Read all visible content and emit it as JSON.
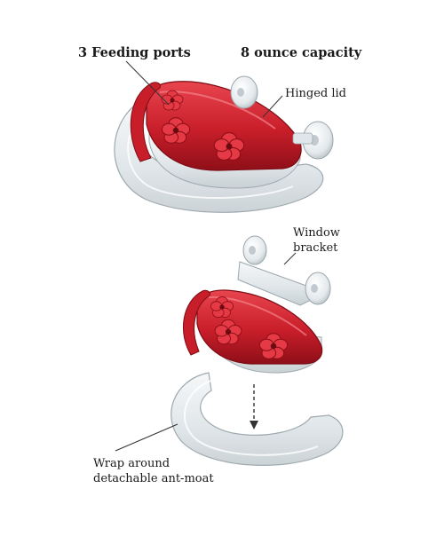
{
  "labels": {
    "feeding_ports": "3 Feeding ports",
    "capacity": "8 ounce capacity",
    "hinged_lid": "Hinged lid",
    "window_bracket_line1": "Window",
    "window_bracket_line2": "bracket",
    "ant_moat_line1": "Wrap around",
    "ant_moat_line2": "detachable ant-moat"
  },
  "colors": {
    "reservoir_red": "#c81e2a",
    "clear_plastic": "#e3e8ea",
    "leader_line": "#333333"
  },
  "icons": [
    "flower-port-icon",
    "suction-cup-icon",
    "down-arrow-icon"
  ]
}
